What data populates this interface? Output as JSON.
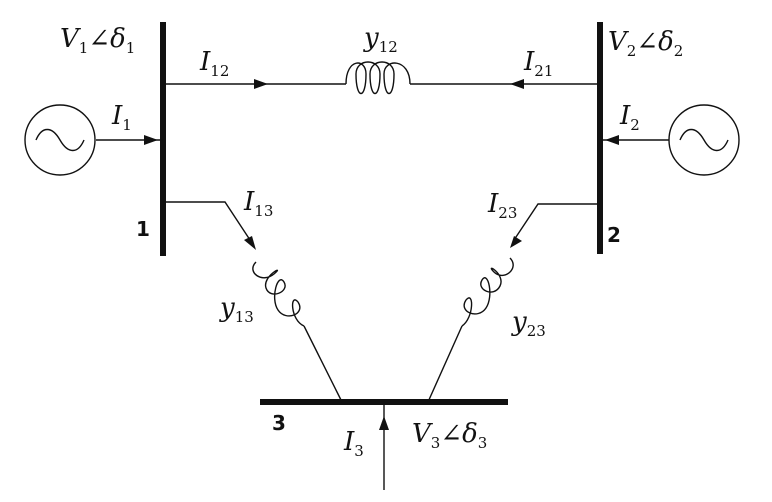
{
  "buses": [
    {
      "id": "bus-1",
      "number": "1",
      "voltage": "V",
      "voltage_sub": "1",
      "angle_symbol": "∠",
      "delta": "δ",
      "delta_sub": "1"
    },
    {
      "id": "bus-2",
      "number": "2",
      "voltage": "V",
      "voltage_sub": "2",
      "angle_symbol": "∠",
      "delta": "δ",
      "delta_sub": "2"
    },
    {
      "id": "bus-3",
      "number": "3",
      "voltage": "V",
      "voltage_sub": "3",
      "angle_symbol": "∠",
      "delta": "δ",
      "delta_sub": "3"
    }
  ],
  "currents": {
    "i1": {
      "sym": "I",
      "sub": "1"
    },
    "i2": {
      "sym": "I",
      "sub": "2"
    },
    "i3": {
      "sym": "I",
      "sub": "3"
    },
    "i12": {
      "sym": "I",
      "sub": "12"
    },
    "i21": {
      "sym": "I",
      "sub": "21"
    },
    "i13": {
      "sym": "I",
      "sub": "13"
    },
    "i23": {
      "sym": "I",
      "sub": "23"
    }
  },
  "admittances": {
    "y12": {
      "sym": "y",
      "sub": "12"
    },
    "y13": {
      "sym": "y",
      "sub": "13"
    },
    "y23": {
      "sym": "y",
      "sub": "23"
    }
  },
  "icons": {
    "generator_1": "ac-source-icon",
    "generator_2": "ac-source-icon"
  },
  "colors": {
    "line": "#111111",
    "background": "#ffffff"
  }
}
